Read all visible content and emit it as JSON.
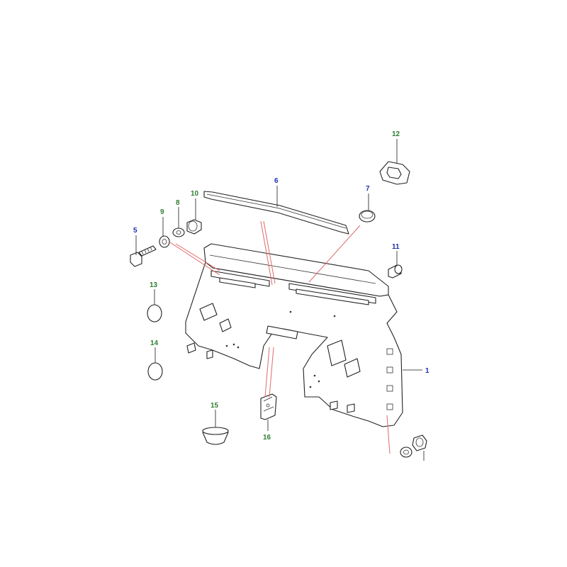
{
  "colors": {
    "callout_green": "#2e7d32",
    "callout_blue": "#1f2fb0",
    "leader_red": "#e06a6a",
    "line": "#222222"
  },
  "callouts": {
    "c1": "1",
    "c5": "5",
    "c6": "6",
    "c7": "7",
    "c8": "8",
    "c9": "9",
    "c10": "10",
    "c11": "11",
    "c12": "12",
    "c13": "13",
    "c14": "14",
    "c15": "15",
    "c16": "16"
  }
}
